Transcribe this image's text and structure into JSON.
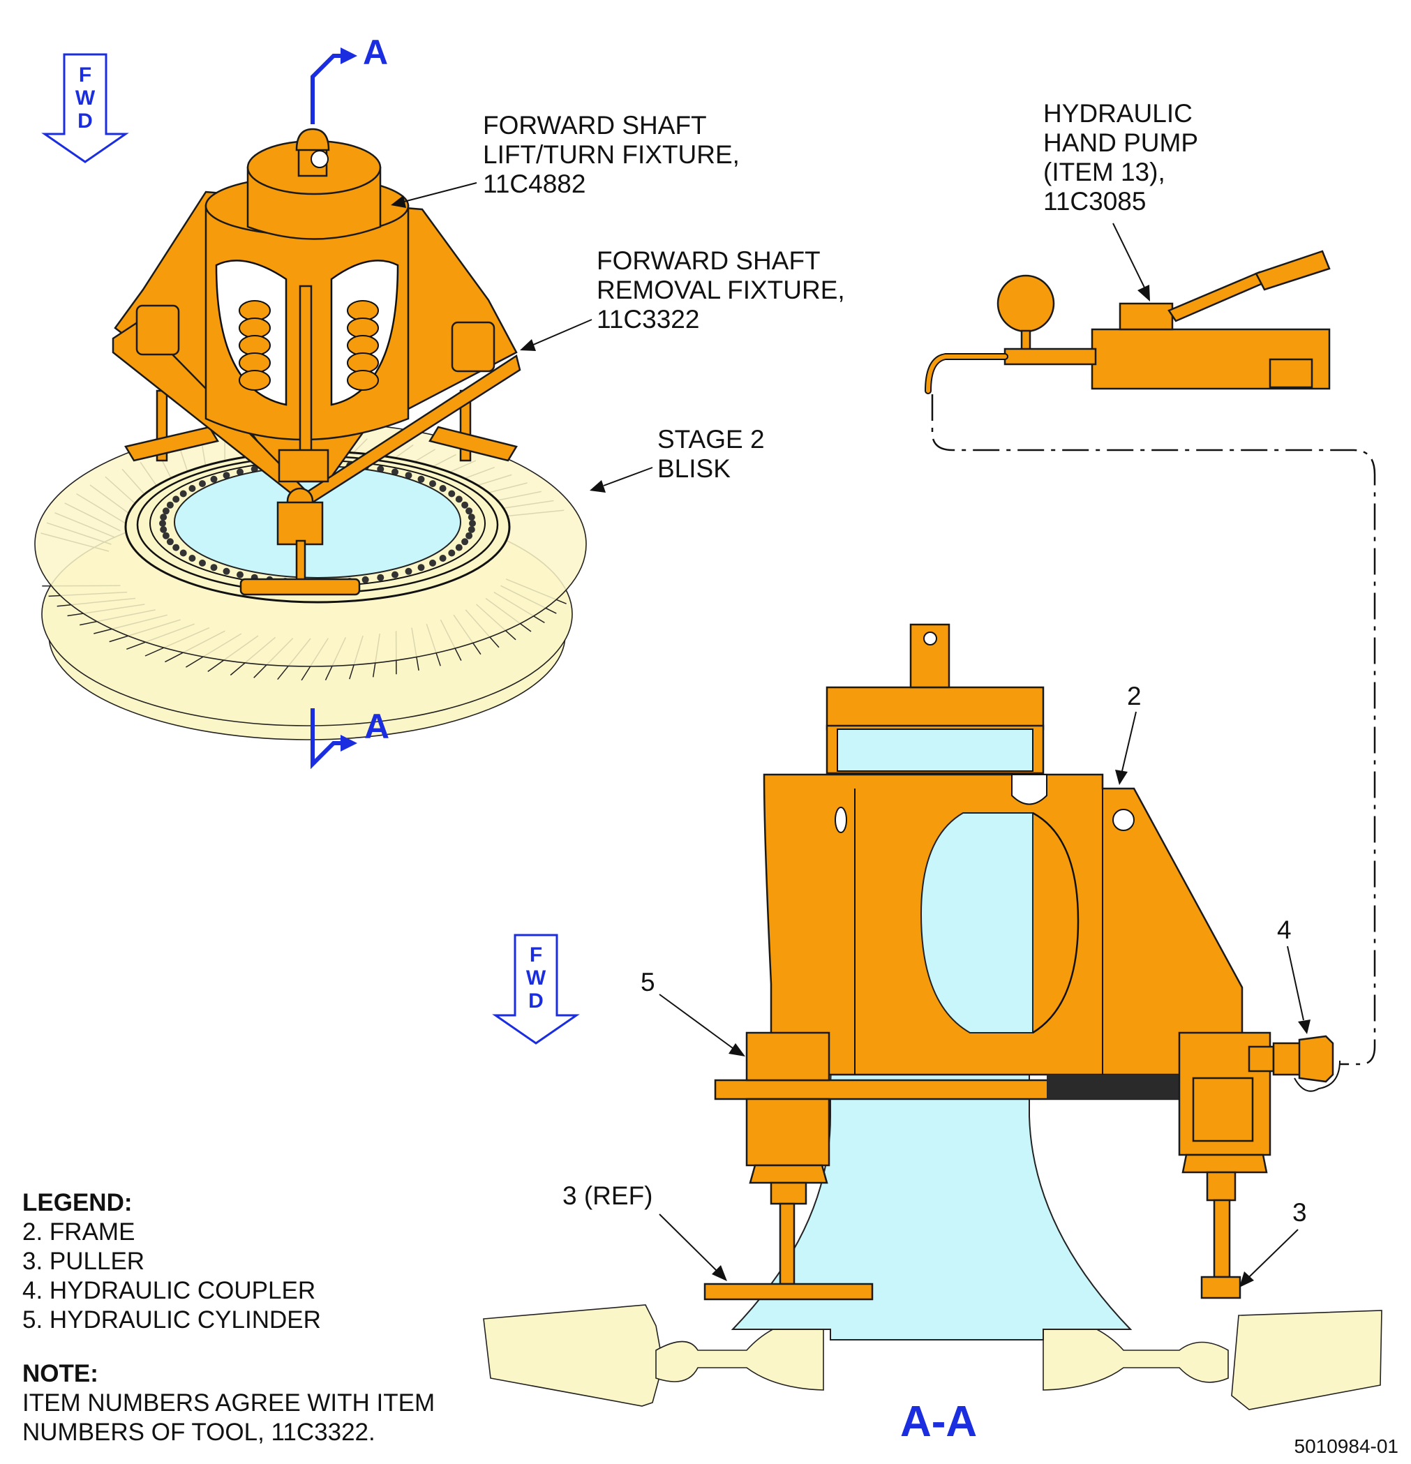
{
  "callouts": {
    "lift_turn_fixture": [
      "FORWARD SHAFT",
      "LIFT/TURN FIXTURE,",
      "11C4882"
    ],
    "removal_fixture": [
      "FORWARD SHAFT",
      "REMOVAL FIXTURE,",
      "11C3322"
    ],
    "blisk": [
      "STAGE 2",
      "BLISK"
    ],
    "hand_pump": [
      "HYDRAULIC",
      "HAND PUMP",
      "(ITEM 13),",
      "11C3085"
    ],
    "item_2": "2",
    "item_4": "4",
    "item_5": "5",
    "item_3_ref": "3 (REF)",
    "item_3": "3"
  },
  "section_markers": {
    "top": "A",
    "bottom": "A"
  },
  "fwd_arrow_letters": [
    "F",
    "W",
    "D"
  ],
  "section_title": "A-A",
  "legend": {
    "title": "LEGEND:",
    "items": [
      "2. FRAME",
      "3. PULLER",
      "4. HYDRAULIC COUPLER",
      "5. HYDRAULIC CYLINDER"
    ]
  },
  "note": {
    "title": "NOTE:",
    "lines": [
      "ITEM NUMBERS AGREE WITH ITEM",
      "NUMBERS OF TOOL, 11C3322."
    ]
  },
  "figure_number": "5010984-01",
  "colors": {
    "tool_orange": "#f59b0c",
    "blade_cream": "#fbf6c8",
    "bore_cyan": "#c8f6fa",
    "marker_blue": "#1a2ee0"
  }
}
